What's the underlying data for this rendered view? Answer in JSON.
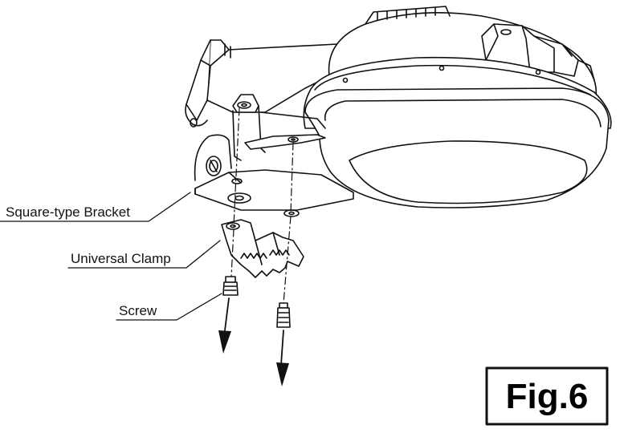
{
  "labels": {
    "bracket": "Square-type Bracket",
    "clamp": "Universal Clamp",
    "screw": "Screw"
  },
  "figure": {
    "caption": "Fig.6"
  }
}
